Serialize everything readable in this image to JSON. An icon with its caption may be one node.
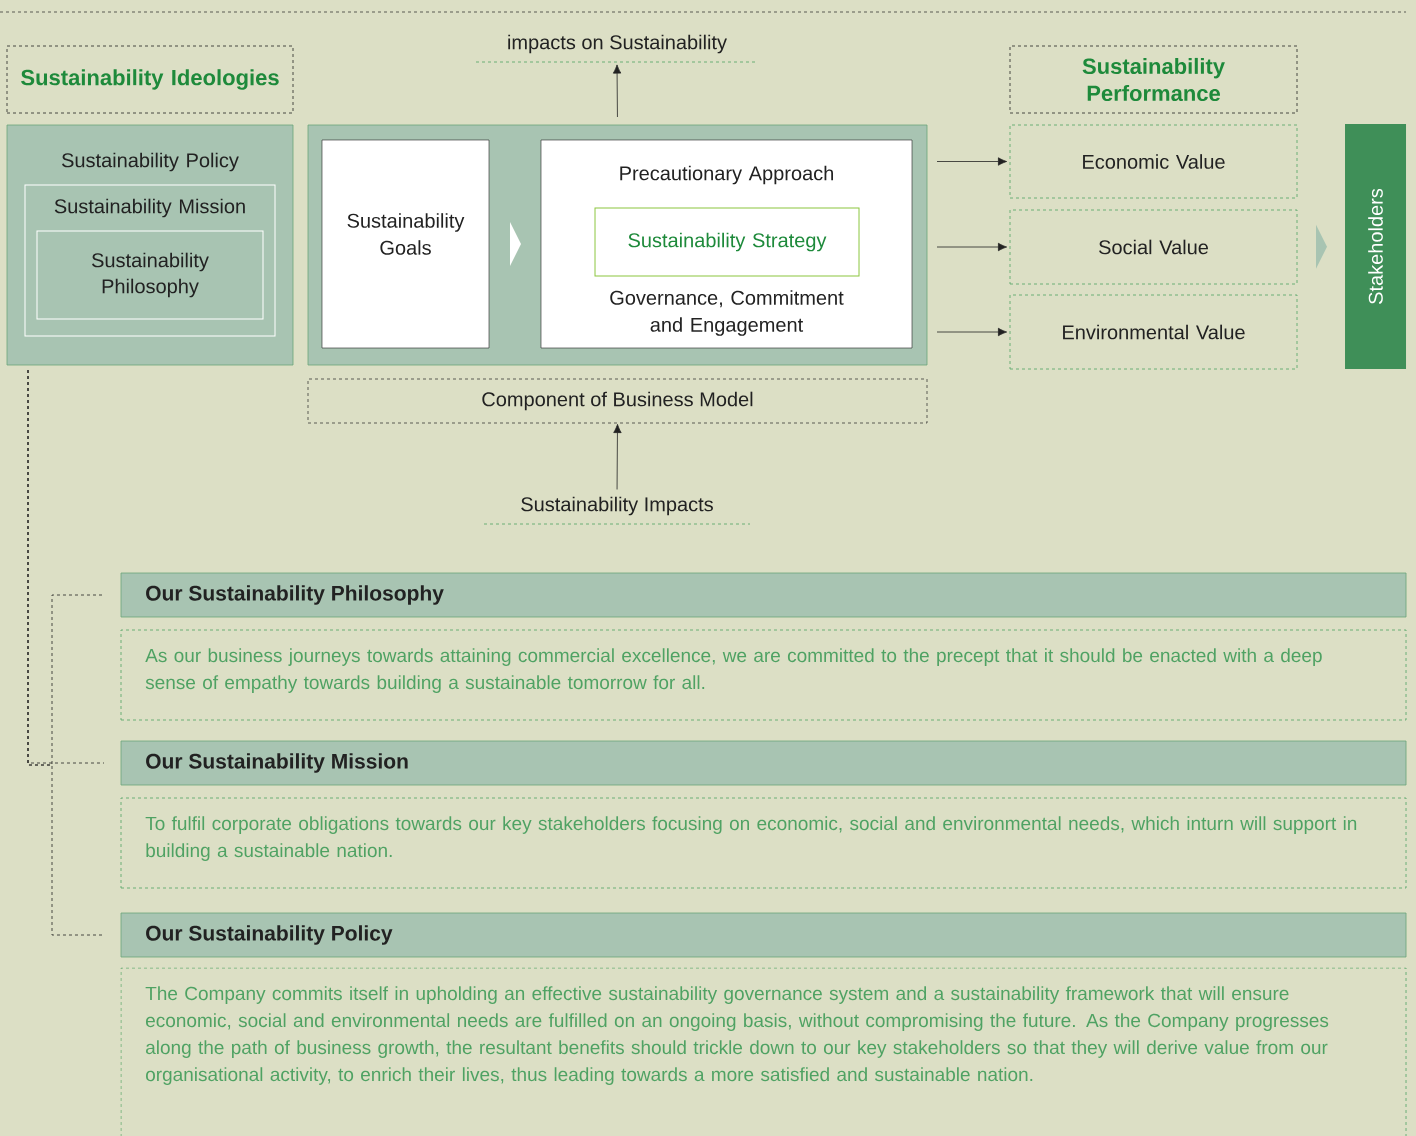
{
  "diagram": {
    "nodes": [
      {
        "text": [
          "Sustainability Ideologies"
        ]
      },
      {
        "text": [
          "Sustainability Policy"
        ]
      },
      {
        "text": [
          "Sustainability Mission"
        ],
        "in": 1
      },
      {
        "text": [
          "Sustainability Philosophy"
        ],
        "in": 2
      },
      {
        "text": [
          "impacts on Sustainability"
        ]
      },
      {
        "text": [],
        "shape": "box"
      },
      {
        "text": [
          "Sustainability Goals"
        ],
        "in": 5
      },
      {
        "text": [
          "Precautionary Approach",
          "Governance, Commitment and Engagement"
        ],
        "in": 5
      },
      {
        "text": [
          "Sustainability Strategy"
        ],
        "in": 7
      },
      {
        "text": [
          "Component of Business Model"
        ]
      },
      {
        "text": [
          "Sustainability Impacts"
        ]
      },
      {
        "text": [
          "Sustainability Performance"
        ]
      },
      {
        "text": [
          "Economic Value"
        ]
      },
      {
        "text": [
          "Social Value"
        ]
      },
      {
        "text": [
          "Environmental Value"
        ]
      },
      {
        "text": [
          "Stakeholders"
        ]
      },
      {
        "text": [
          "Our Sustainability Philosophy"
        ]
      },
      {
        "text": [
          "As our business journeys towards attaining commercial excellence, we are committed to the precept that it should be enacted with a deep sense of empathy towards building a sustainable tomorrow for all."
        ]
      },
      {
        "text": [
          "Our Sustainability Mission"
        ]
      },
      {
        "text": [
          "To fulfil corporate obligations towards our key stakeholders focusing on economic, social and environmental needs, which inturn will support in building a sustainable nation."
        ]
      },
      {
        "text": [
          "Our Sustainability Policy"
        ]
      },
      {
        "text": [
          "The Company commits itself in upholding an effective sustainability governance system and a sustainability framework that will ensure economic, social and environmental needs are fulfilled on an ongoing basis, without compromising the future. As the Company progresses along the path of business growth, the resultant benefits should trickle down to our key stakeholders so that they will derive value from our organisational activity, to enrich their lives, thus leading towards a more satisfied and sustainable nation."
        ]
      }
    ],
    "edges": [
      {
        "from": 5,
        "to": 4,
        "arrow": "to"
      },
      {
        "from": 6,
        "to": 7,
        "arrow": "to"
      },
      {
        "from": 5,
        "to": 12,
        "arrow": "to"
      },
      {
        "from": 5,
        "to": 13,
        "arrow": "to"
      },
      {
        "from": 5,
        "to": 14,
        "arrow": "to"
      },
      {
        "from": 13,
        "to": 15,
        "arrow": "to"
      },
      {
        "from": 10,
        "to": 9,
        "arrow": "to"
      },
      {
        "from": 1,
        "to": 16,
        "arrow": "none",
        "style": "dashed"
      },
      {
        "from": 1,
        "to": 18,
        "arrow": "none",
        "style": "dashed"
      },
      {
        "from": 1,
        "to": 20,
        "arrow": "none",
        "style": "dashed"
      }
    ]
  }
}
